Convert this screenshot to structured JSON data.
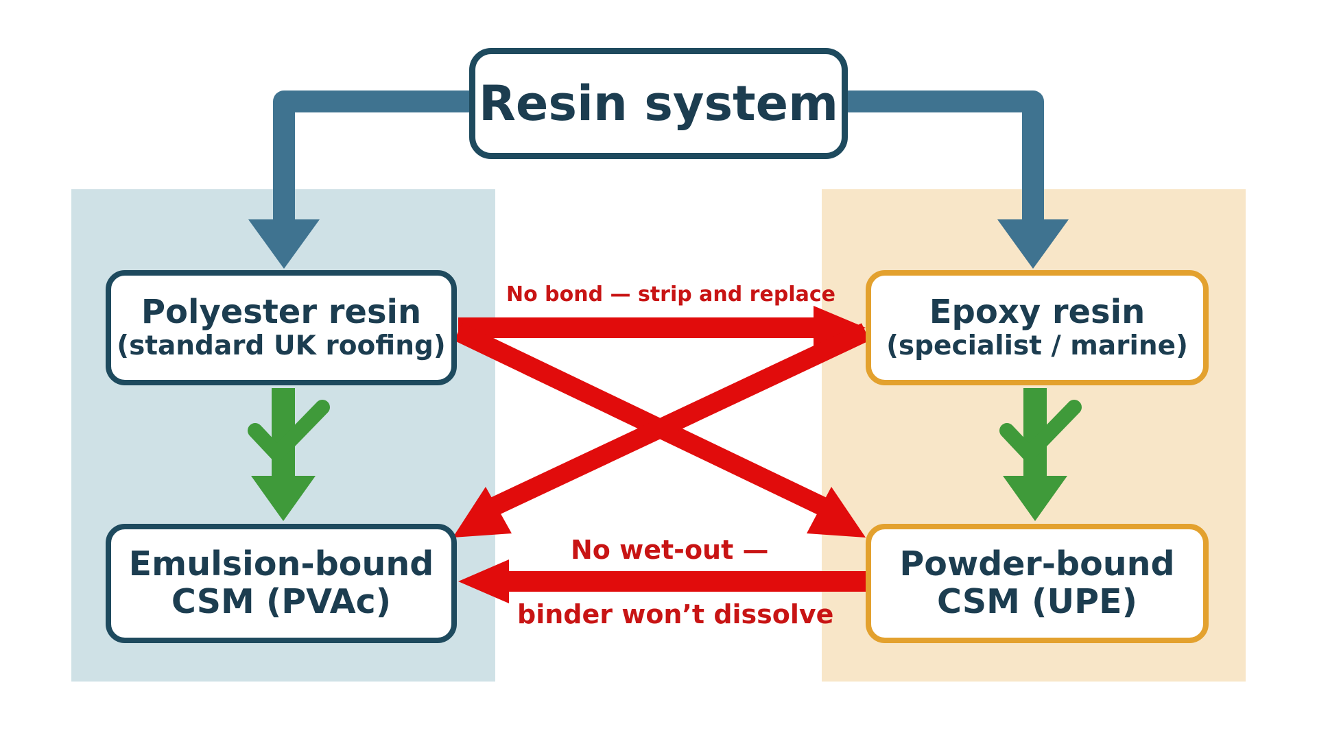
{
  "title": "Resin system",
  "nodes": {
    "polyester": {
      "line1": "Polyester resin",
      "line2": "(standard UK roofing)"
    },
    "epoxy": {
      "line1": "Epoxy resin",
      "line2": "(specialist / marine)"
    },
    "emulsion": {
      "line1": "Emulsion-bound",
      "line2": "CSM (PVAc)"
    },
    "powder": {
      "line1": "Powder-bound",
      "line2": "CSM (UPE)"
    }
  },
  "labels": {
    "no_bond": "No bond — strip and replace",
    "no_wetout_1": "No wet-out —",
    "no_wetout_2": "binder won’t dissolve"
  },
  "colors": {
    "navy": "#1e4a5e",
    "steel_blue": "#3f7390",
    "gold": "#e3a12e",
    "green": "#3f9a3a",
    "red": "#e10c0c",
    "left_panel": "#cfe1e6",
    "right_panel": "#f8e6c8"
  }
}
